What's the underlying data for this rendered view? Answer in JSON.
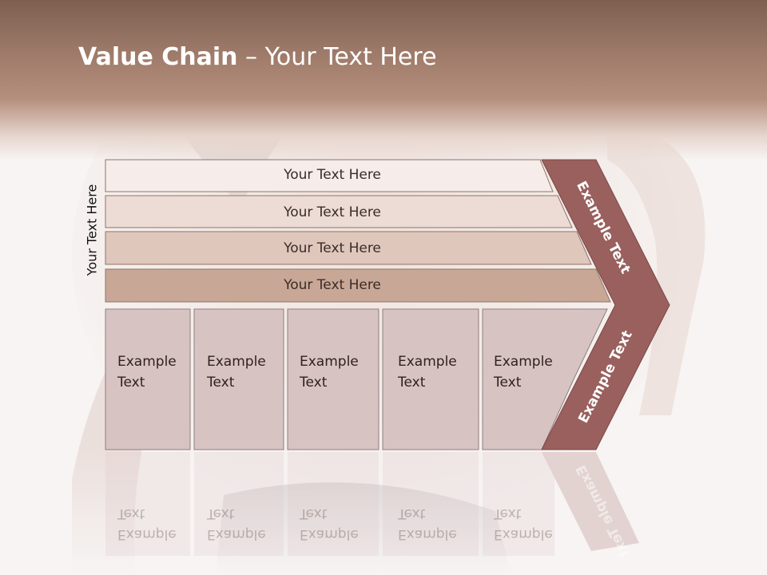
{
  "slide": {
    "title_bold": "Value Chain",
    "title_rest": " – Your Text Here"
  },
  "side_label": "Your Text Here",
  "rows": [
    {
      "label": "Your Text Here"
    },
    {
      "label": "Your Text Here"
    },
    {
      "label": "Your Text Here"
    },
    {
      "label": "Your Text Here"
    }
  ],
  "boxes": [
    {
      "line1": "Example",
      "line2": "Text"
    },
    {
      "line1": "Example",
      "line2": "Text"
    },
    {
      "line1": "Example",
      "line2": "Text"
    },
    {
      "line1": "Example",
      "line2": "Text"
    },
    {
      "line1": "Example",
      "line2": "Text"
    }
  ],
  "chevron": {
    "upper_label": "Example Text",
    "lower_label": "Example Text"
  },
  "colors": {
    "row_fills": [
      "#f6ecea",
      "#ecdcd5",
      "#dfc7bc",
      "#c9a796"
    ],
    "box_fill": "#d8c3c3",
    "chevron_fill": "#99605e",
    "header_band": "#a47f6e"
  }
}
